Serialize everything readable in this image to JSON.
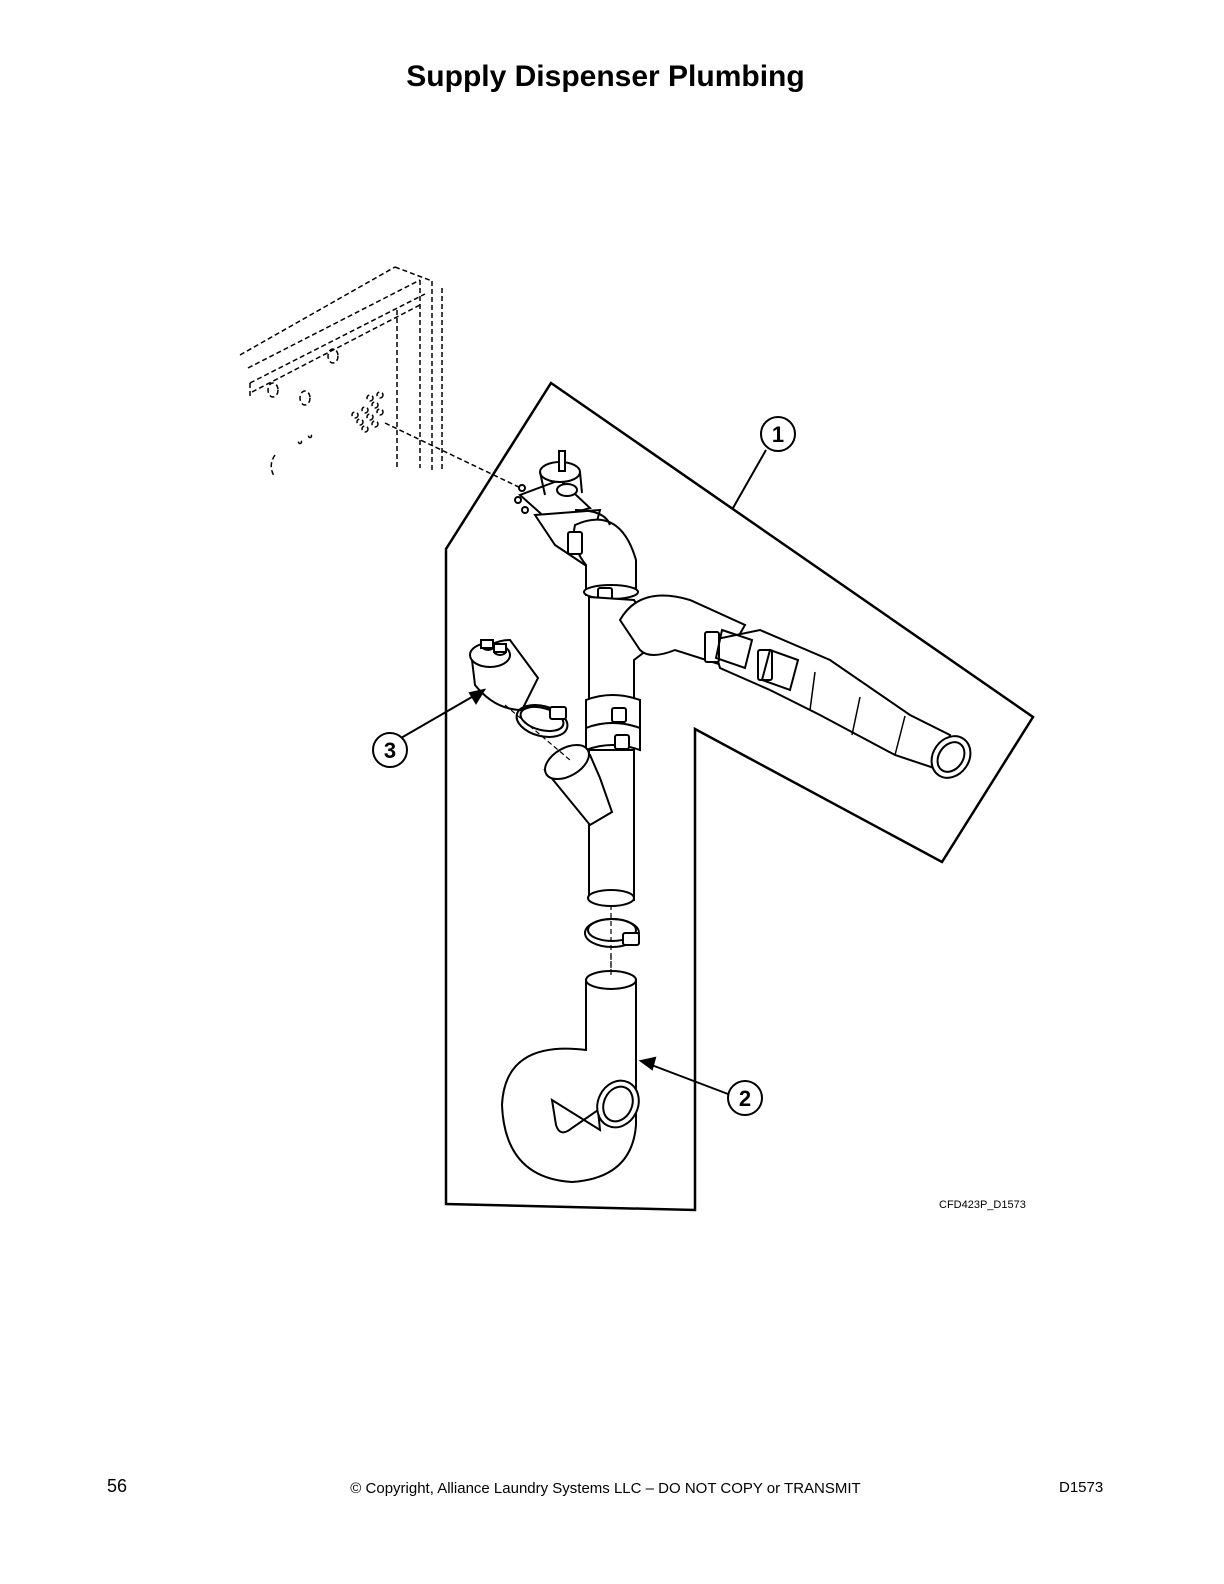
{
  "page": {
    "title": "Supply Dispenser Plumbing",
    "page_number": "56",
    "copyright": "© Copyright, Alliance Laundry Systems LLC – DO NOT COPY or TRANSMIT",
    "doc_code": "D1573"
  },
  "figure": {
    "code": "CFD423P_D1573",
    "callouts": [
      "1",
      "2",
      "3"
    ]
  }
}
